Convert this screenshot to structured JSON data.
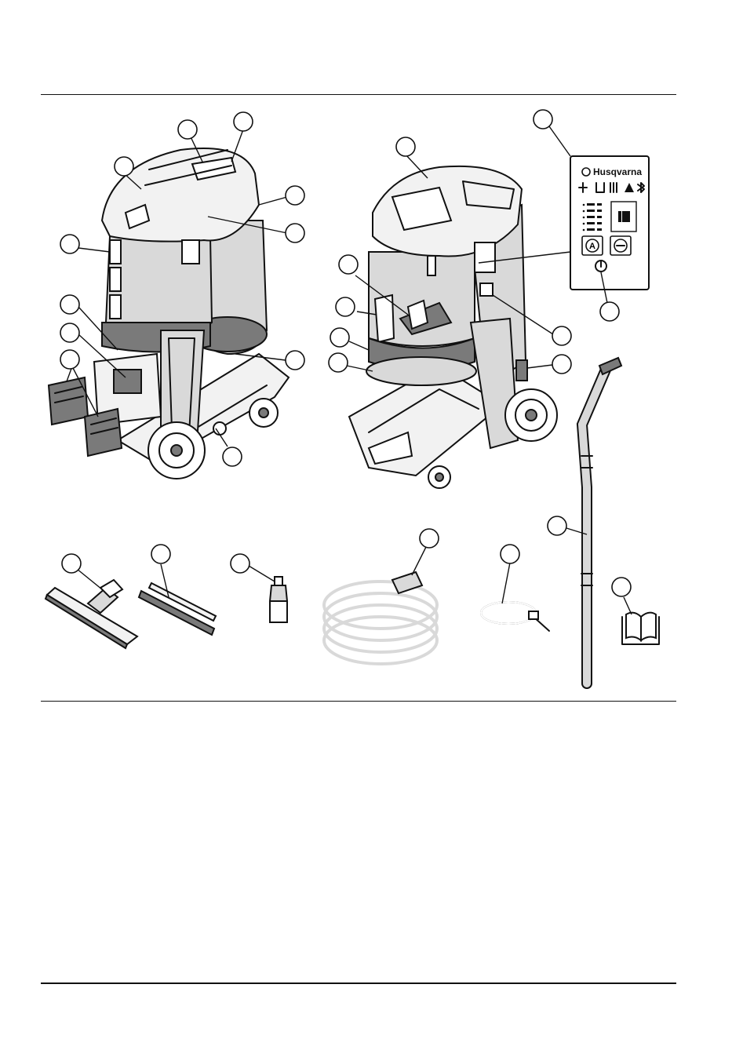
{
  "control_panel": {
    "brand_label": "Husqvarna",
    "icons": [
      "fan-icon",
      "container-icon",
      "filter-icon",
      "warning-icon",
      "bluetooth-icon"
    ],
    "button_labels": [
      "A"
    ],
    "buttons": [
      "auto-mode-button",
      "filter-clean-button"
    ],
    "power_button": "power-icon"
  },
  "accessories": [
    "floor-nozzle",
    "squeegee-strips",
    "hose-adapter",
    "hose",
    "cable-tie",
    "tube-wand",
    "operator-manual"
  ],
  "colors": {
    "line": "#111111",
    "body": "#d9d9d9",
    "dark": "#7a7a7a"
  }
}
